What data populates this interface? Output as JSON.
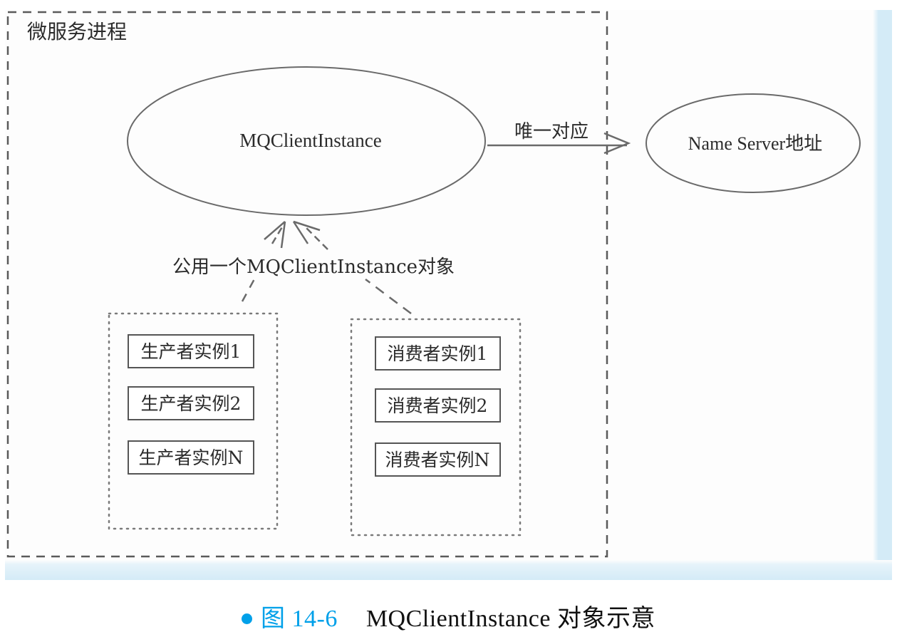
{
  "diagram": {
    "process_container": {
      "label": "微服务进程"
    },
    "nodes": {
      "client_instance": {
        "label": "MQClientInstance"
      },
      "name_server": {
        "label": "Name Server地址"
      }
    },
    "edges": {
      "unique_mapping": {
        "label": "唯一对应"
      },
      "shared_instance": {
        "label": "公用一个MQClientInstance对象"
      }
    },
    "producer_group": {
      "items": [
        "生产者实例1",
        "生产者实例2",
        "生产者实例N"
      ]
    },
    "consumer_group": {
      "items": [
        "消费者实例1",
        "消费者实例2",
        "消费者实例N"
      ]
    }
  },
  "caption": {
    "figure_number": "图 14-6",
    "title": "MQClientInstance 对象示意"
  },
  "colors": {
    "accent": "#00a0e9",
    "frame_tint": "#d4ebf7",
    "stroke": "#5a5a5a"
  }
}
